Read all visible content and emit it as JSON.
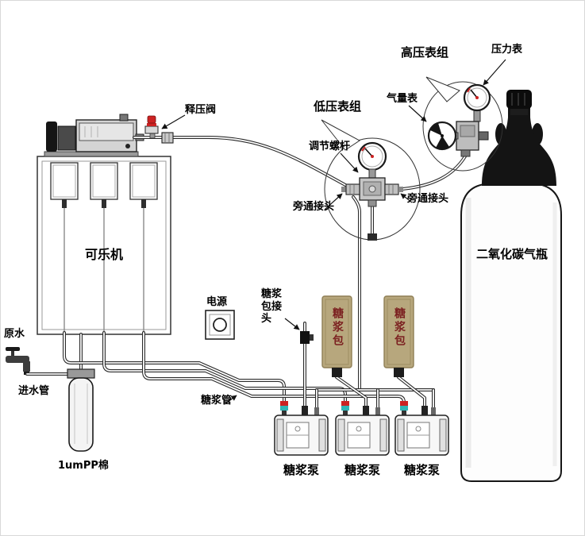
{
  "diagram": {
    "type": "equipment-installation-diagram",
    "labels": {
      "release_valve": "释压阀",
      "low_pressure_group": "低压表组",
      "high_pressure_group": "高压表组",
      "pressure_gauge": "压力表",
      "gas_gauge": "气量表",
      "adjust_screw": "调节螺杆",
      "bypass_fitting": "旁通接头",
      "cola_machine": "可乐机",
      "power": "电源",
      "syrup_bag_connector": "糖浆包接头",
      "syrup_bag": "糖浆包",
      "co2_cylinder": "二氧化碳气瓶",
      "raw_water": "原水",
      "inlet_pipe": "进水管",
      "pp_filter": "1umPP棉",
      "syrup_line": "糖浆管",
      "syrup_pump": "糖浆泵"
    },
    "colors": {
      "background": "#ffffff",
      "line": "#2b2b2b",
      "syrup_bag_fill": "#b7a77d",
      "syrup_bag_text": "#7b2020",
      "valve_red": "#cc2222",
      "fitting_teal": "#2fb6b6",
      "gauge_accent_red": "#cc2222",
      "metal_gray": "#c6c6c6",
      "cylinder_black": "#141414"
    }
  }
}
